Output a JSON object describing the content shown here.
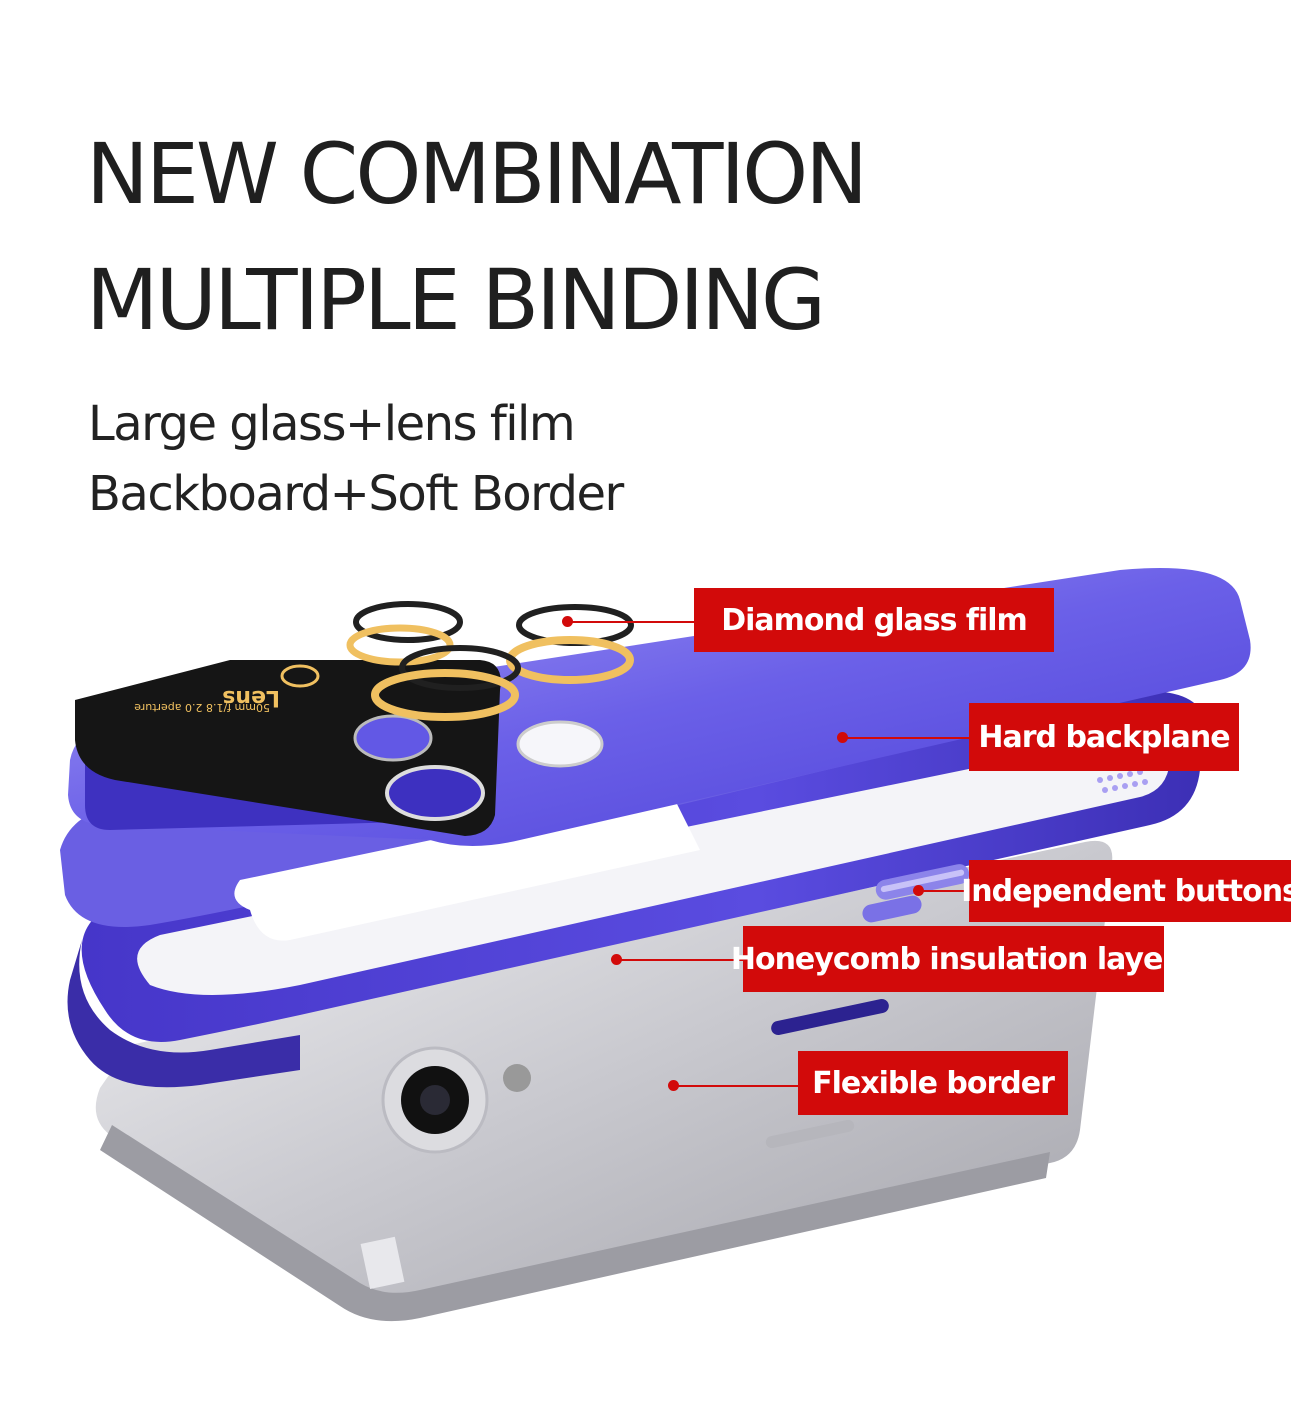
{
  "headline": {
    "line1": "NEW COMBINATION",
    "line2": "MULTIPLE BINDING"
  },
  "subheadline": {
    "line1": "Large glass+lens film",
    "line2": "Backboard+Soft Border"
  },
  "lens_plate_text": {
    "brand": "Lens",
    "detail": "50mm f/1.8 2.0 aperture"
  },
  "callouts": [
    "Diamond glass film",
    "Hard backplane",
    "Independent buttons",
    "Honeycomb insulation layer",
    "Flexible border"
  ],
  "colors": {
    "case_purple": "#5b4fe0",
    "case_purple_dark": "#3a2fb8",
    "callout_red": "#d20a0a",
    "ring_gold": "#f0c060",
    "lens_plate": "#141414",
    "phone_silver": "#d8d8dc"
  }
}
